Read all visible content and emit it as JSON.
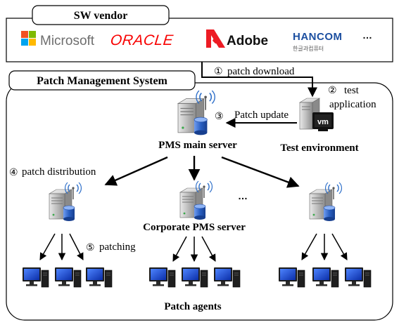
{
  "vendor_box": {
    "title": "SW vendor",
    "vendors": {
      "microsoft": "Microsoft",
      "oracle": "ORACLE",
      "adobe": "Adobe",
      "hancom": "HANCOM",
      "hancom_sub": "한글과컴퓨터",
      "more": "…"
    }
  },
  "pms_box": {
    "title": "Patch Management System"
  },
  "steps": {
    "s1": {
      "num": "①",
      "text": "patch download"
    },
    "s2": {
      "num": "②",
      "text1": "test",
      "text2": "application"
    },
    "s3": {
      "num": "③",
      "text": "Patch update"
    },
    "s4": {
      "num": "④",
      "text": "patch distribution"
    },
    "s5": {
      "num": "⑤",
      "text": "patching"
    }
  },
  "nodes": {
    "main_server": "PMS main server",
    "test_env": "Test environment",
    "vm_badge": "vm",
    "corporate_server": "Corporate PMS server",
    "server_ellipsis": "…",
    "patch_agents": "Patch agents"
  },
  "colors": {
    "microsoft_red": "#f25022",
    "microsoft_green": "#7fba00",
    "microsoft_blue": "#00a4ef",
    "microsoft_yellow": "#ffb900",
    "oracle_red": "#f80000",
    "adobe_red": "#ed1c24",
    "hancom_blue": "#1c4fa0",
    "hancom_red": "#e8232a",
    "agent_screen": "#1a4fd6",
    "wifi_blue": "#2e6fc9",
    "db_blue": "#2a60c4"
  }
}
